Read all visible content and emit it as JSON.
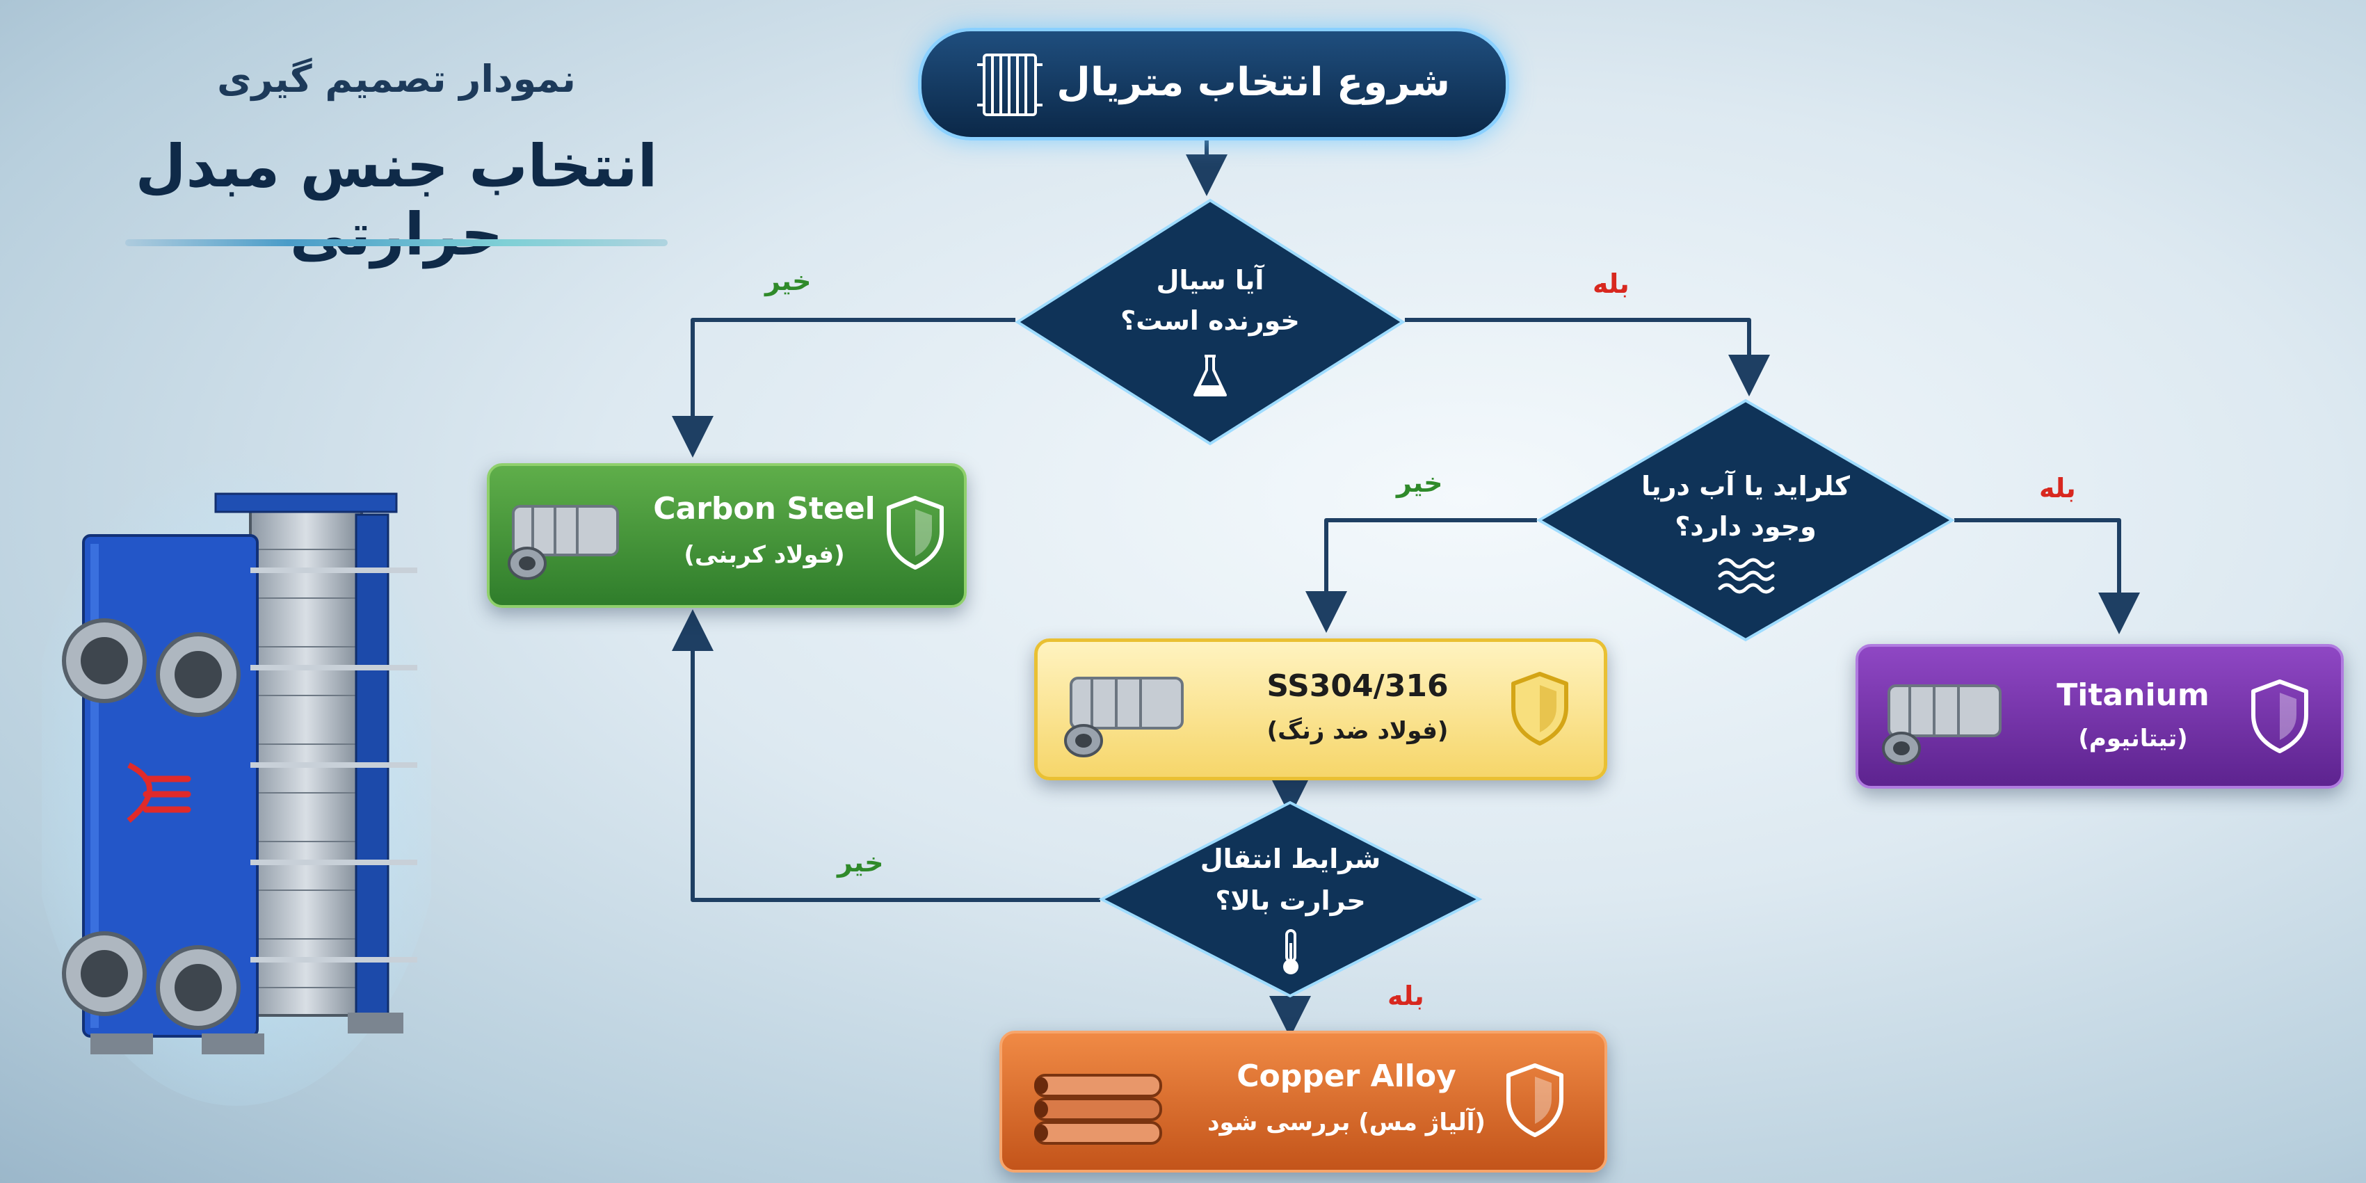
{
  "title": {
    "subtitle": "نمودار تصمیم گیری",
    "main": "انتخاب جنس مبدل حرارتی"
  },
  "start": {
    "label": "شروع انتخاب متریال",
    "icon": "heat-exchanger-icon"
  },
  "decisions": {
    "corrosive": {
      "line1": "آیا سیال",
      "line2": "خورنده است؟",
      "icon": "flask-icon"
    },
    "chloride": {
      "line1": "کلراید یا آب دریا",
      "line2": "وجود دارد؟",
      "icon": "water-waves-icon"
    },
    "heat": {
      "line1": "شرایط انتقال",
      "line2": "حرارت بالا؟",
      "icon": "thermometer-icon"
    }
  },
  "branches": {
    "yes": "بله",
    "no": "خیر"
  },
  "materials": {
    "carbon_steel": {
      "name": "Carbon Steel",
      "fa": "(فولاد کربنی)",
      "color": "#3f8f34"
    },
    "stainless": {
      "name": "SS304/316",
      "fa": "(فولاد ضد زنگ)",
      "color": "#f6d66a"
    },
    "titanium": {
      "name": "Titanium",
      "fa": "(تیتانیوم)",
      "color": "#6d2f9e"
    },
    "copper": {
      "name": "Copper Alloy",
      "fa": "(آلیاژ مس) بررسی شود",
      "color": "#dc6a2a"
    }
  },
  "colors": {
    "diamond": "#0f3358",
    "edge": "#1e3f63",
    "yes_label": "#d8281f",
    "no_label": "#2f8a2a"
  }
}
